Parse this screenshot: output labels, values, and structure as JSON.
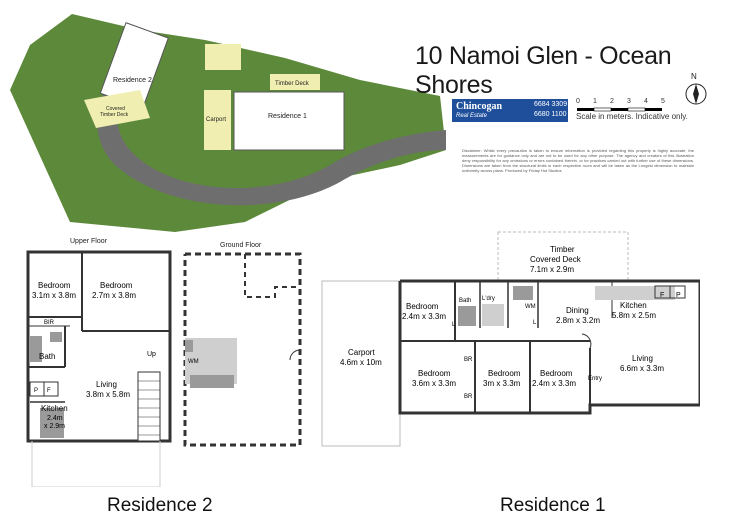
{
  "title": "10 Namoi Glen - Ocean Shores",
  "site_plan": {
    "labels": {
      "residence2": "Residence 2",
      "covered_deck_line1": "Covered",
      "covered_deck_line2": "Timber Deck",
      "timber_deck": "Timber Deck",
      "carport": "Carport",
      "residence1": "Residence 1"
    }
  },
  "logo": {
    "brand": "Chincogan",
    "sub": "Real Estate",
    "phone1": "6684 3309",
    "phone2": "6680 1100"
  },
  "compass": {
    "north": "N"
  },
  "scale": {
    "ticks": [
      "0",
      "1",
      "2",
      "3",
      "4",
      "5"
    ],
    "note": "Scale in meters. Indicative only."
  },
  "disclaimer": "Disclaimer: Whilst every precaution is taken to ensure information is provided regarding this property is highly accurate, the measurements are for guidance only and are not to be used for any other purpose. The agency and creators of this illustration deny responsibility for any omissions or errors contained therein, or for practices carried out with further use of these dimensions. Dimensions are taken from the structural limits in each respective room and will be taken as the Longest dimension to maintain uniformity across plans. Produced by Friday Hut Studios",
  "residence2": {
    "label": "Residence 2",
    "upper_floor": "Upper Floor",
    "ground_floor": "Ground Floor",
    "rooms": {
      "bedroom_a_name": "Bedroom",
      "bedroom_a_size": "3.1m x 3.8m",
      "bedroom_b_name": "Bedroom",
      "bedroom_b_size": "2.7m x 3.8m",
      "bir": "BIR",
      "bath": "Bath",
      "living_name": "Living",
      "living_size": "3.8m x 5.8m",
      "kitchen_name": "Kitchen",
      "kitchen_size1": "2.4m",
      "kitchen_size2": "x 2.9m",
      "up": "Up",
      "p": "P",
      "f": "F",
      "wm": "WM"
    }
  },
  "residence1": {
    "label": "Residence 1",
    "rooms": {
      "deck_name1": "Timber",
      "deck_name2": "Covered Deck",
      "deck_size": "7.1m x 2.9m",
      "bedroom1_name": "Bedroom",
      "bedroom1_size": "2.4m x 3.3m",
      "bath": "Bath",
      "ldry": "L'dry",
      "wm": "WM",
      "l1": "L",
      "l2": "L",
      "dining_name": "Dining",
      "dining_size": "2.8m x 3.2m",
      "kitchen_name": "Kitchen",
      "kitchen_size": "5.8m x 2.5m",
      "f": "F",
      "p": "P",
      "carport_name": "Carport",
      "carport_size": "4.6m x 10m",
      "bedroom2_name": "Bedroom",
      "bedroom2_size": "3.6m x 3.3m",
      "bedroom3_name": "Bedroom",
      "bedroom3_size": "3m x 3.3m",
      "bedroom4_name": "Bedroom",
      "bedroom4_size": "2.4m x 3.3m",
      "br1": "BR",
      "br2": "BR",
      "living_name": "Living",
      "living_size": "6.6m x 3.3m",
      "entry": "Entry"
    }
  },
  "colors": {
    "grass": "#5d8a3a",
    "driveway": "#6e6e6e",
    "deck": "#f0eeb0",
    "wall": "#333333",
    "fixture": "#9a9a9a"
  }
}
